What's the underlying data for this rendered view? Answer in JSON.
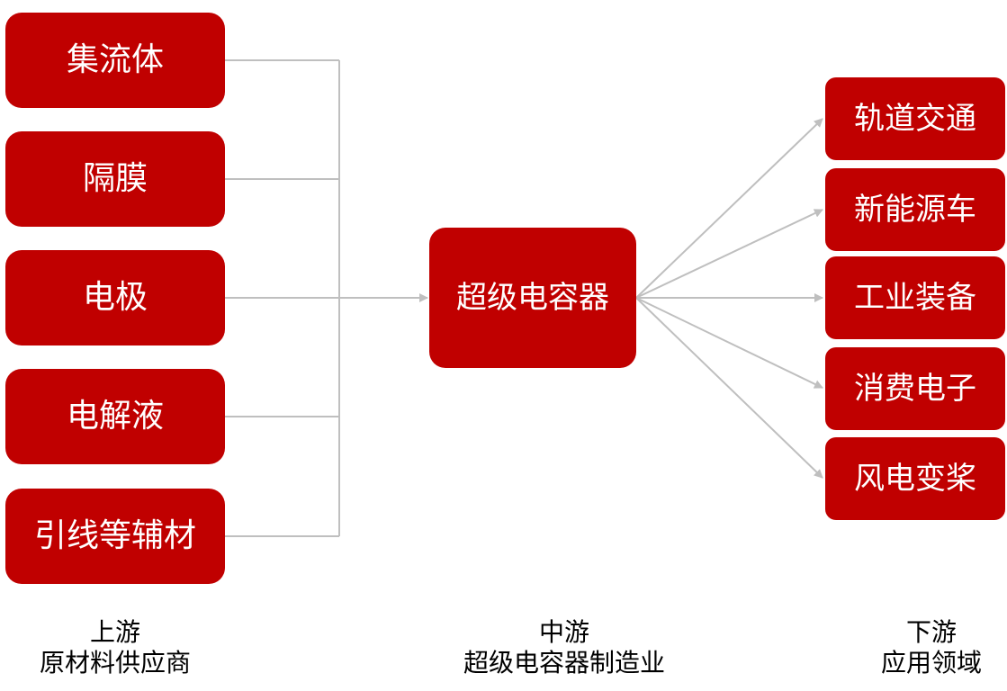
{
  "upstream": {
    "items": [
      "集流体",
      "隔膜",
      "电极",
      "电解液",
      "引线等辅材"
    ],
    "caption_line1": "上游",
    "caption_line2": "原材料供应商"
  },
  "midstream": {
    "label": "超级电容器",
    "caption_line1": "中游",
    "caption_line2": "超级电容器制造业"
  },
  "downstream": {
    "items": [
      "轨道交通",
      "新能源车",
      "工业装备",
      "消费电子",
      "风电变桨"
    ],
    "caption_line1": "下游",
    "caption_line2": "应用领域"
  },
  "colors": {
    "box": "#c00000",
    "connector": "#bfbfbf",
    "text_on_box": "#ffffff"
  }
}
